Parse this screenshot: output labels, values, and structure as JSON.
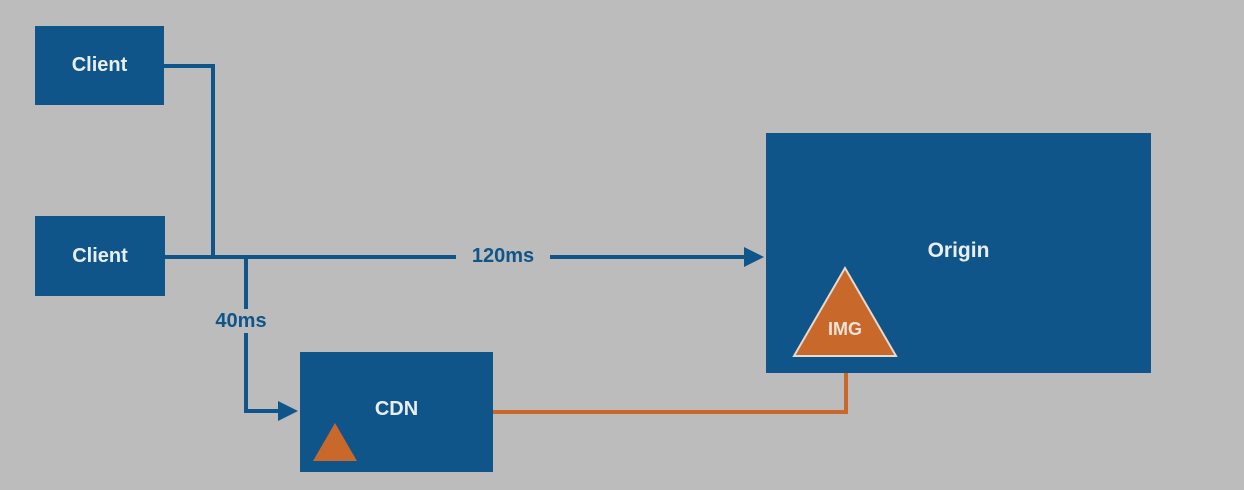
{
  "nodes": {
    "client_top": "Client",
    "client_bottom": "Client",
    "cdn": "CDN",
    "origin": "Origin",
    "img": "IMG"
  },
  "edges": {
    "client_to_origin_latency": "120ms",
    "client_to_cdn_latency": "40ms"
  },
  "colors": {
    "background": "#bcbcbc",
    "node_fill": "#10558a",
    "connector": "#10558a",
    "asset": "#c8682b"
  }
}
